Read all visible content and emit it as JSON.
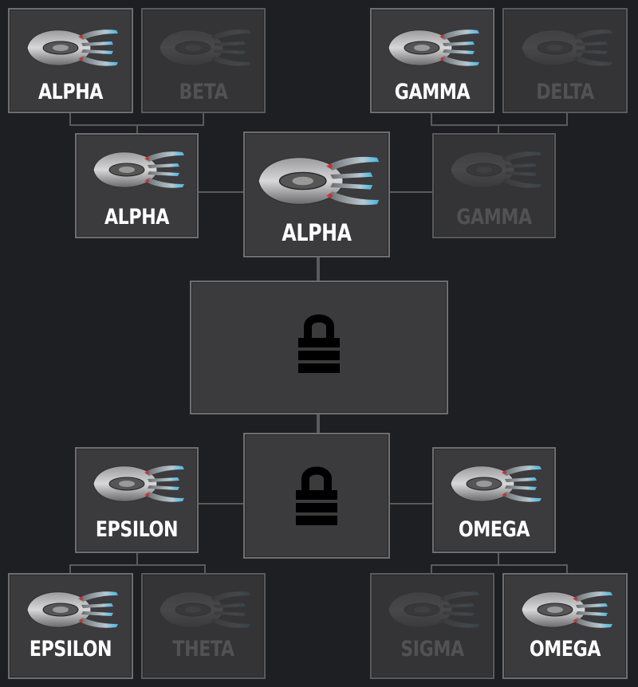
{
  "tree": {
    "top_left_pair": [
      {
        "label": "ALPHA",
        "state": "unlocked",
        "ship": "alpha-ship-icon"
      },
      {
        "label": "BETA",
        "state": "dim",
        "ship": "beta-ship-icon"
      }
    ],
    "top_right_pair": [
      {
        "label": "GAMMA",
        "state": "unlocked",
        "ship": "gamma-ship-icon"
      },
      {
        "label": "DELTA",
        "state": "dim",
        "ship": "delta-ship-icon"
      }
    ],
    "upper_row": {
      "left": {
        "label": "ALPHA",
        "state": "unlocked"
      },
      "center": {
        "label": "ALPHA",
        "state": "unlocked"
      },
      "right": {
        "label": "GAMMA",
        "state": "dim"
      }
    },
    "center_lock": {
      "state": "locked",
      "icon": "padlock-icon"
    },
    "lower_row": {
      "left": {
        "label": "EPSILON",
        "state": "unlocked"
      },
      "center": {
        "state": "locked",
        "icon": "padlock-icon"
      },
      "right": {
        "label": "OMEGA",
        "state": "unlocked"
      }
    },
    "bottom_left_pair": [
      {
        "label": "EPSILON",
        "state": "unlocked"
      },
      {
        "label": "THETA",
        "state": "dim"
      }
    ],
    "bottom_right_pair": [
      {
        "label": "SIGMA",
        "state": "dim"
      },
      {
        "label": "OMEGA",
        "state": "unlocked"
      }
    ]
  },
  "colors": {
    "background": "#1e1f22",
    "card": "#3b3b3d",
    "border": "#6e6e70",
    "connector": "#5a5a5c",
    "engine_glow": "#3fb8e8",
    "accent_red": "#d92b2b"
  }
}
